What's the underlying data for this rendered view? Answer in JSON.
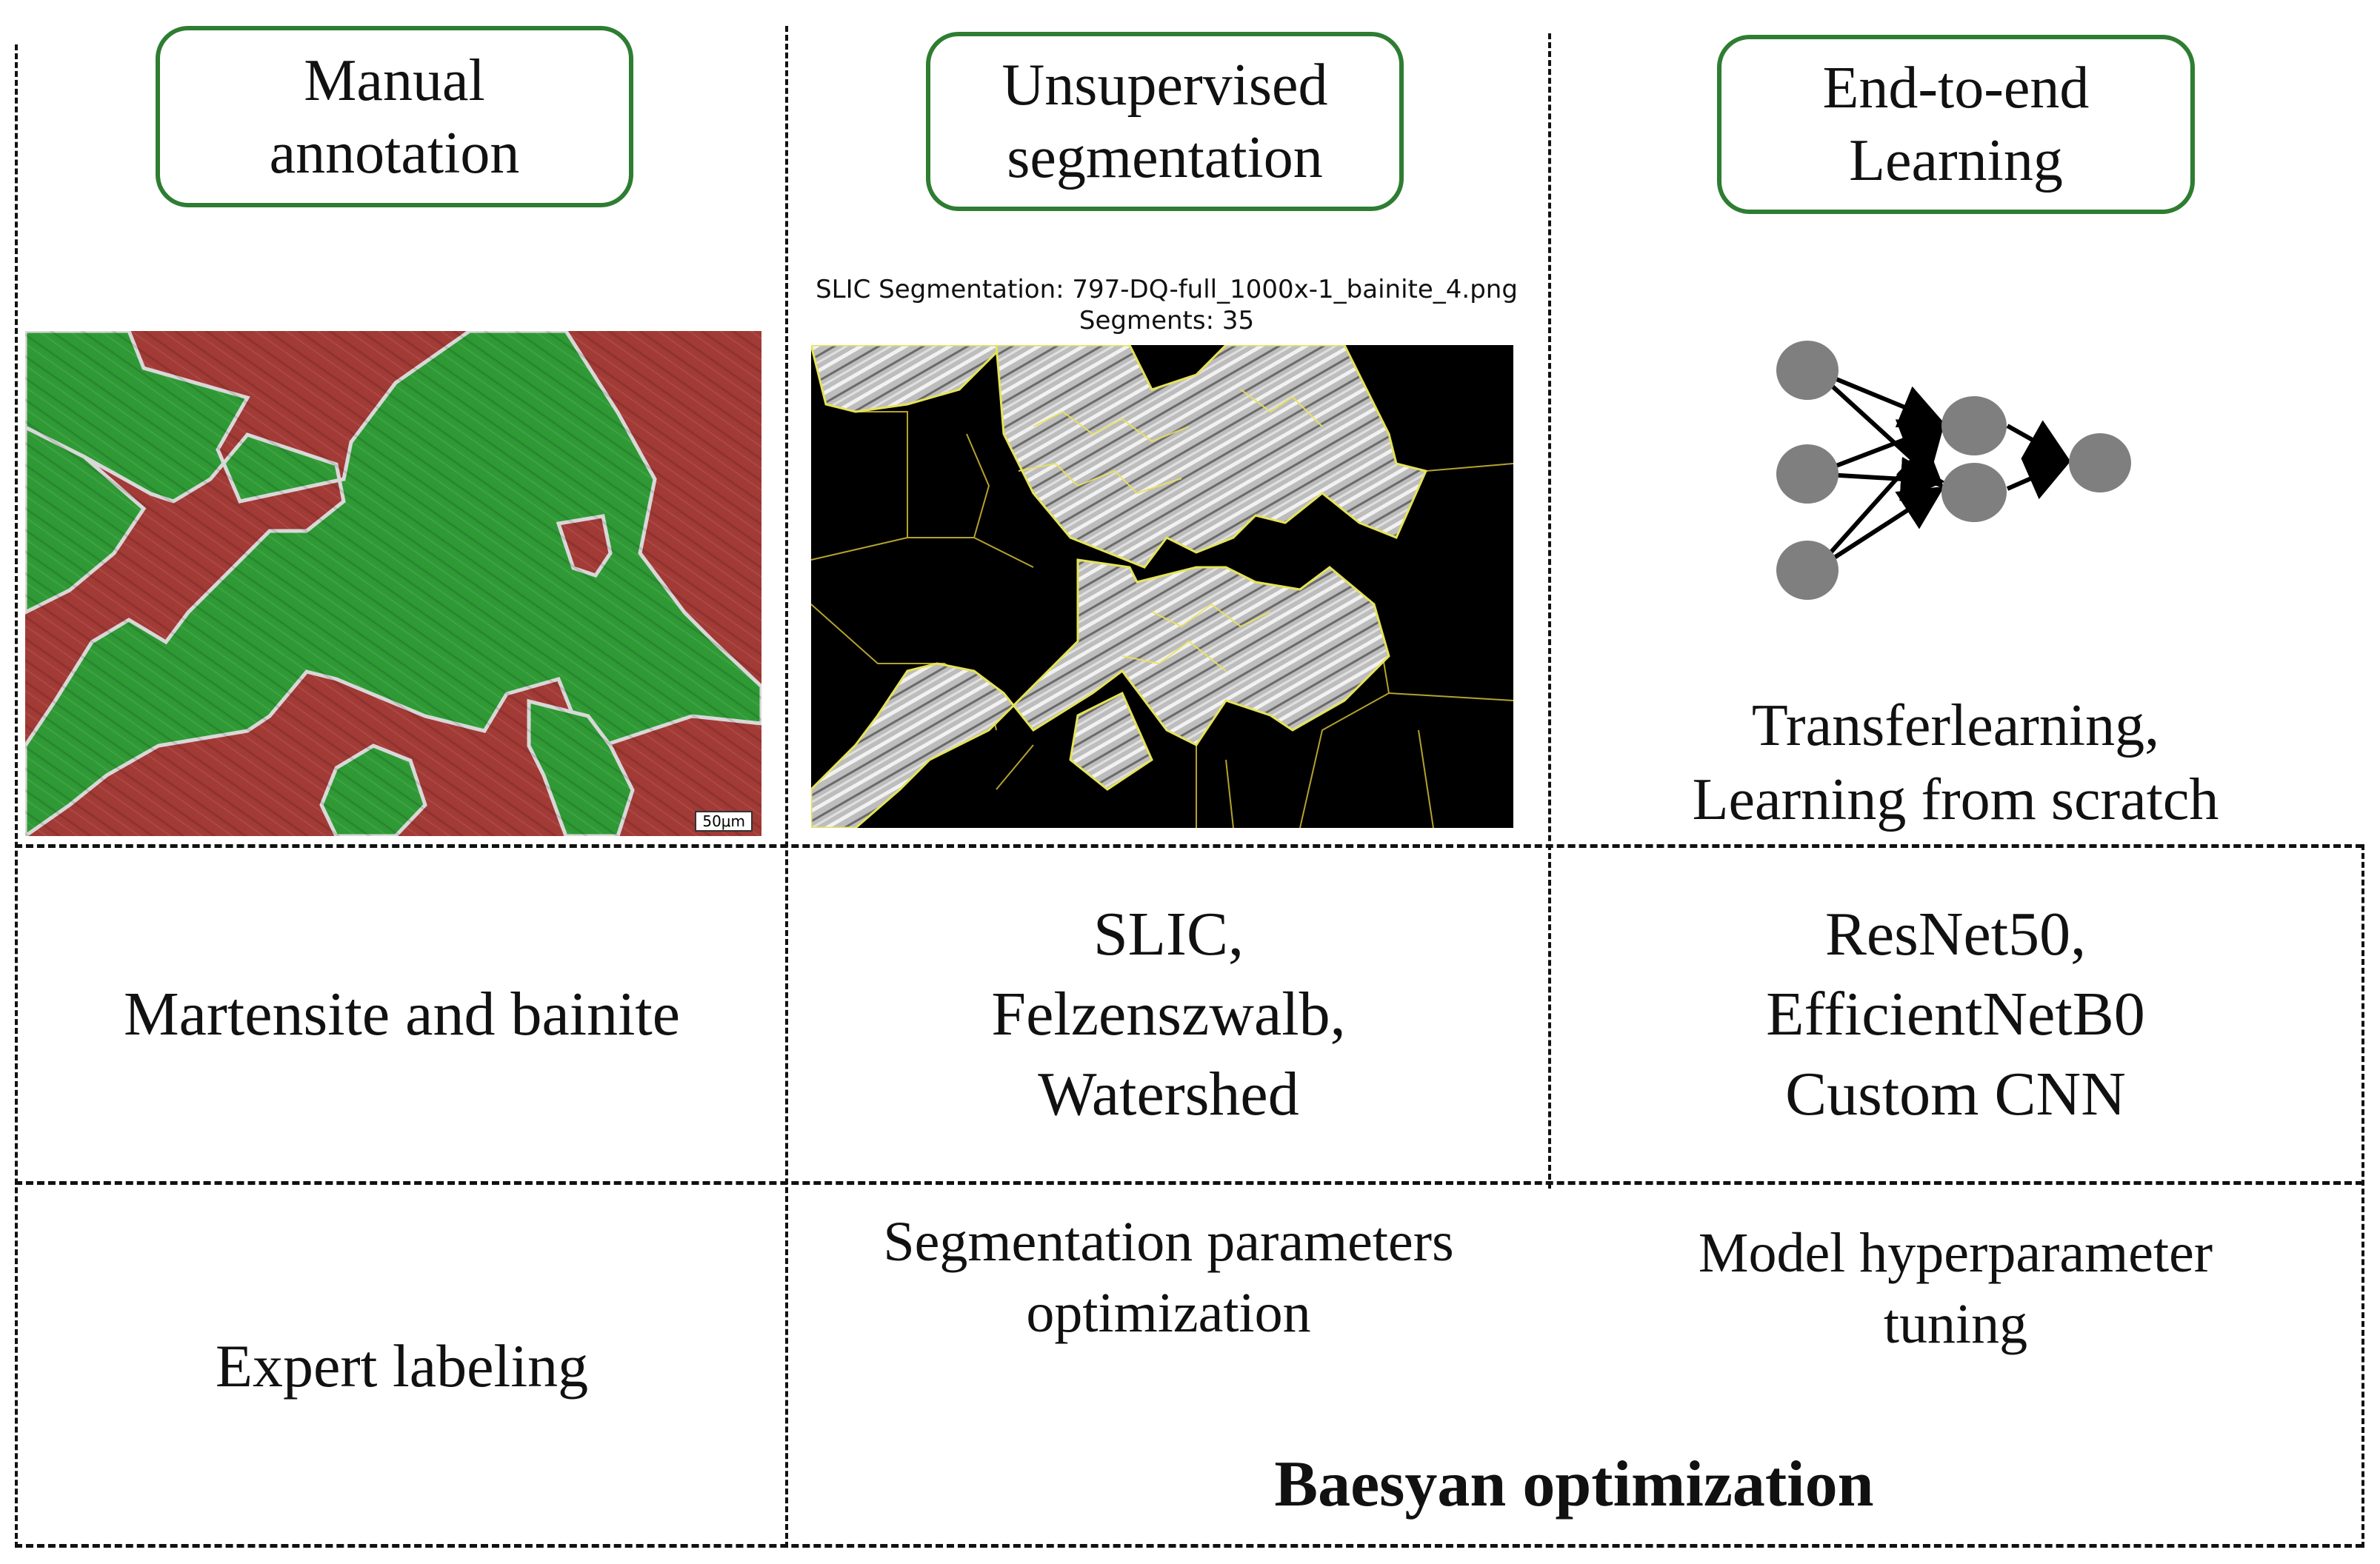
{
  "columns": [
    {
      "title": "Manual\nannotation"
    },
    {
      "title": "Unsupervised\nsegmentation"
    },
    {
      "title": "End-to-end\nLearning"
    }
  ],
  "manual_image": {
    "scale_label": "50μm",
    "colors": {
      "martensite": "#a23a36",
      "bainite": "#2f9a35"
    }
  },
  "slic_plot": {
    "title_line1": "SLIC Segmentation: 797-DQ-full_1000x-1_bainite_4.png",
    "title_line2": "Segments: 35"
  },
  "network": {
    "caption": "Transferlearning,\nLearning from scratch",
    "node_color": "#7f7f7f"
  },
  "row2": {
    "manual": "Martensite and bainite",
    "unsupervised": "SLIC,\nFelzenszwalb,\nWatershed",
    "end_to_end": "ResNet50,\nEfficientNetB0\nCustom CNN"
  },
  "row3": {
    "manual": "Expert labeling",
    "unsupervised": "Segmentation parameters\noptimization",
    "end_to_end": "Model hyperparameter\ntuning",
    "shared_label": "Baesyan optimization"
  }
}
